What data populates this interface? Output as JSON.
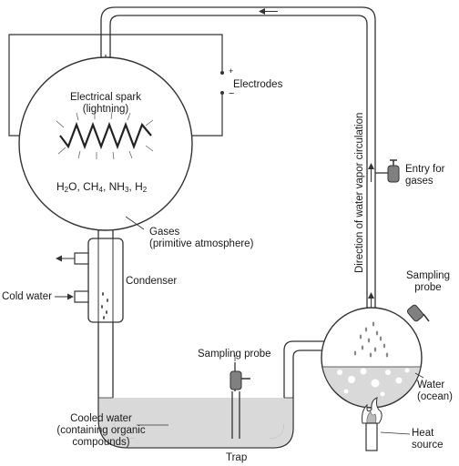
{
  "labels": {
    "spark_line1": "Electrical spark",
    "spark_line2": "(lightning)",
    "electrodes": "Electrodes",
    "plus": "+",
    "minus": "−",
    "gases_line1": "Gases",
    "gases_line2": "(primitive atmosphere)",
    "condenser": "Condenser",
    "cold_water": "Cold water",
    "sampling_probe_bottom": "Sampling probe",
    "cooled_line1": "Cooled water",
    "cooled_line2": "(containing organic",
    "cooled_line3": "compounds)",
    "trap": "Trap",
    "entry_line1": "Entry for",
    "entry_line2": "gases",
    "sampling_right_line1": "Sampling",
    "sampling_right_line2": "probe",
    "water_line1": "Water",
    "water_line2": "(ocean)",
    "heat_line1": "Heat",
    "heat_line2": "source",
    "direction": "Direction of water vapor circulation"
  },
  "formula": [
    {
      "sym": "H",
      "sub": "2",
      "tail": "O, "
    },
    {
      "sym": "CH",
      "sub": "4",
      "tail": ", "
    },
    {
      "sym": "NH",
      "sub": "3",
      "tail": ", "
    },
    {
      "sym": "H",
      "sub": "2",
      "tail": ""
    }
  ],
  "colors": {
    "line": "#333333",
    "glass": "#ffffff",
    "water": "#d9d9d9",
    "valve": "#808080"
  }
}
